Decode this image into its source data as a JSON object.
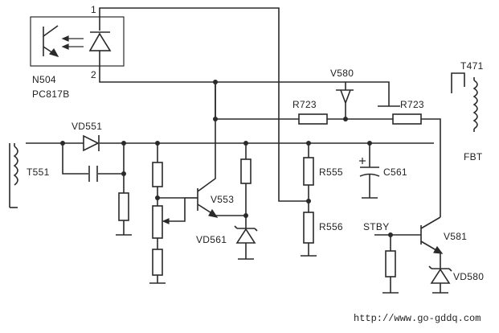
{
  "labels": {
    "n504": "N504",
    "pc817b": "PC817B",
    "pin1": "1",
    "pin2": "2",
    "v580": "V580",
    "t471": "T471",
    "r723_left": "R723",
    "r723_right": "R723",
    "vd551": "VD551",
    "t551": "T551",
    "r555": "R555",
    "c561": "C561",
    "fbt": "FBT",
    "v553": "V553",
    "vd561": "VD561",
    "r556": "R556",
    "stby": "STBY",
    "v581": "V581",
    "vd580": "VD580"
  },
  "footer": {
    "url": "http://www.go-gddq.com"
  }
}
